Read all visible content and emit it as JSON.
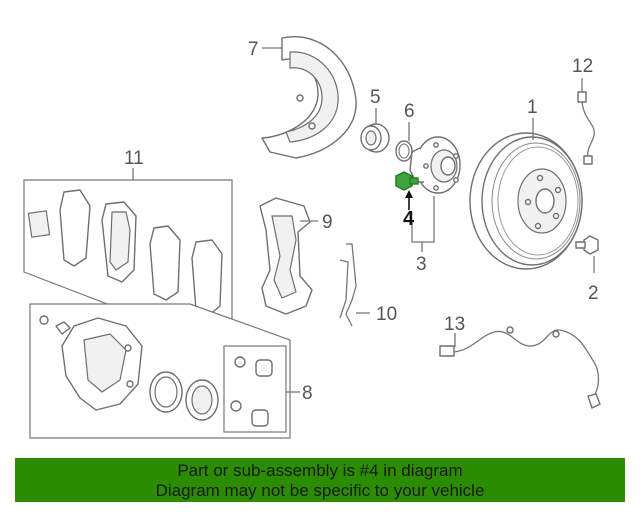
{
  "callouts": {
    "c1": "1",
    "c2": "2",
    "c3": "3",
    "c4": "4",
    "c5": "5",
    "c6": "6",
    "c7": "7",
    "c8": "8",
    "c9": "9",
    "c10": "10",
    "c11": "11",
    "c12": "12",
    "c13": "13"
  },
  "highlighted_part": "4",
  "banner": {
    "line1": "Part or sub-assembly is #4 in diagram",
    "line2": "Diagram may not be specific to your vehicle",
    "background": "#2b8c00"
  },
  "colors": {
    "line_art": "#6f6f6f",
    "highlight": "#3fa33f"
  }
}
